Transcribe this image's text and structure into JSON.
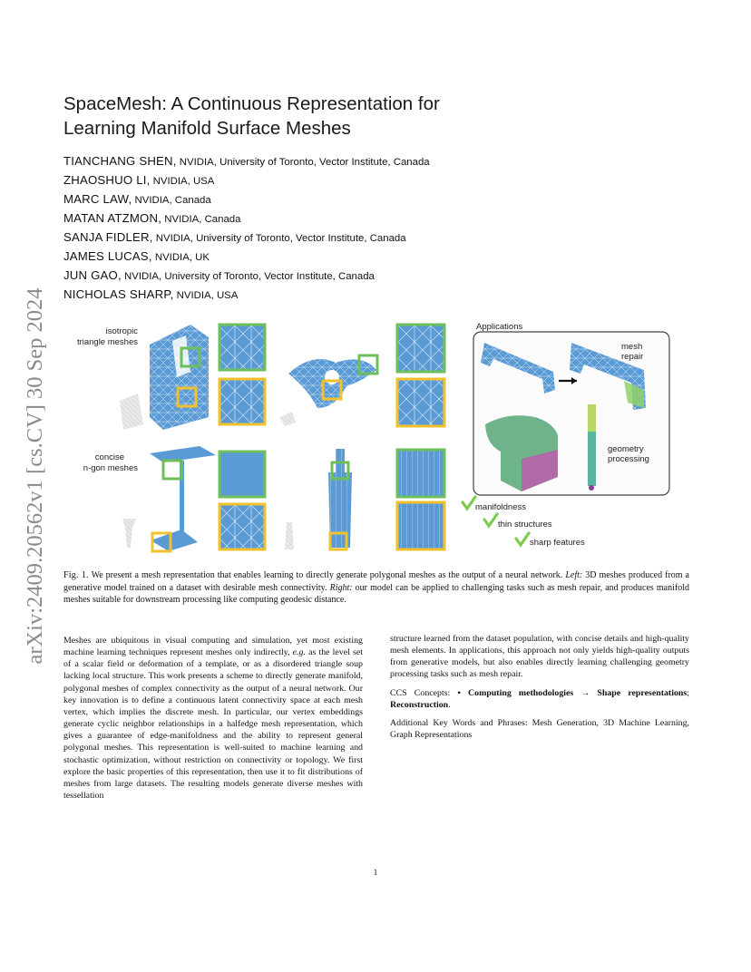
{
  "arxiv_stamp": "arXiv:2409.20562v1  [cs.CV]  30 Sep 2024",
  "title": {
    "line1": "SpaceMesh: A Continuous Representation for",
    "line2": "Learning Manifold Surface Meshes"
  },
  "authors": [
    {
      "name": "TIANCHANG SHEN,",
      "affil": " NVIDIA, University of Toronto, Vector Institute, Canada"
    },
    {
      "name": "ZHAOSHUO LI,",
      "affil": " NVIDIA, USA"
    },
    {
      "name": "MARC LAW,",
      "affil": " NVIDIA, Canada"
    },
    {
      "name": "MATAN ATZMON,",
      "affil": " NVIDIA, Canada"
    },
    {
      "name": "SANJA FIDLER,",
      "affil": " NVIDIA, University of Toronto, Vector Institute, Canada"
    },
    {
      "name": "JAMES LUCAS,",
      "affil": " NVIDIA, UK"
    },
    {
      "name": "JUN GAO,",
      "affil": " NVIDIA, University of Toronto, Vector Institute, Canada"
    },
    {
      "name": "NICHOLAS SHARP,",
      "affil": " NVIDIA, USA"
    }
  ],
  "figure": {
    "label_isotropic_1": "isotropic",
    "label_isotropic_2": "triangle meshes",
    "label_concise_1": "concise",
    "label_concise_2": "n-gon meshes",
    "applications": "Applications",
    "mesh_repair_1": "mesh",
    "mesh_repair_2": "repair",
    "geometry_1": "geometry",
    "geometry_2": "processing",
    "check_1": "manifoldness",
    "check_2": "thin structures",
    "check_3": "sharp features",
    "colors": {
      "mesh_blue": "#5b9bd5",
      "inset_green": "#6cbf5a",
      "inset_yellow": "#f2c12e",
      "check_green": "#7ccc4e"
    }
  },
  "caption": {
    "lead": "Fig. 1.",
    "t1": " We present a mesh representation that enables learning to directly generate polygonal meshes as the output of a neural network. ",
    "left": "Left:",
    "t2": " 3D meshes produced from a generative model trained on a dataset with desirable mesh connectivity. ",
    "right": "Right:",
    "t3": " our model can be applied to challenging tasks such as mesh repair, and produces manifold meshes suitable for downstream processing like computing geodesic distance."
  },
  "abstract_left": {
    "t1": "Meshes are ubiquitous in visual computing and simulation, yet most existing machine learning techniques represent meshes only indirectly, ",
    "eg": "e.g.",
    "t2": " as the level set of a scalar field or deformation of a template, or as a disordered triangle soup lacking local structure. This work presents a scheme to directly generate manifold, polygonal meshes of complex connectivity as the output of a neural network. Our key innovation is to define a continuous latent connectivity space at each mesh vertex, which implies the discrete mesh. In particular, our vertex embeddings generate cyclic neighbor relationships in a halfedge mesh representation, which gives a guarantee of edge-manifoldness and the ability to represent general polygonal meshes. This representation is well-suited to machine learning and stochastic optimization, without restriction on connectivity or topology. We first explore the basic properties of this representation, then use it to fit distributions of meshes from large datasets. The resulting models generate diverse meshes with tessellation"
  },
  "abstract_right": {
    "t1": "structure learned from the dataset population, with concise details and high-quality mesh elements. In applications, this approach not only yields high-quality outputs from generative models, but also enables directly learning challenging geometry processing tasks such as mesh repair.",
    "ccs_label": "CCS Concepts: ",
    "ccs_bold1": "• Computing methodologies → Shape representations",
    "ccs_sep": "; ",
    "ccs_bold2": "Reconstruction",
    "ccs_end": ".",
    "keywords": "Additional Key Words and Phrases: Mesh Generation, 3D Machine Learning, Graph Representations"
  },
  "page_number": "1"
}
